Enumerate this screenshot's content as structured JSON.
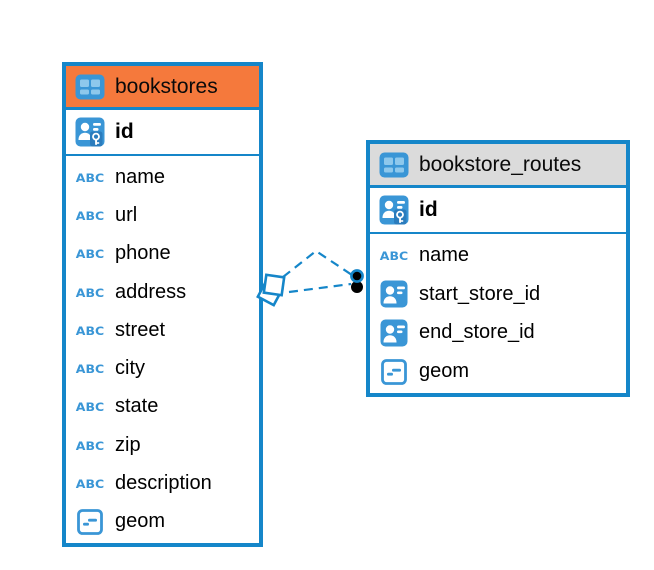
{
  "view": {
    "type": "entity-relationship-diagram"
  },
  "icons": {
    "text_label": "ABC"
  },
  "colors": {
    "table_border": "#1586c9",
    "relationship_line": "#1586c9",
    "icon_blue": "#3a96d6",
    "icon_blue_light": "#8ec8ec",
    "bookstores_header": "#f5793c",
    "routes_header": "#dbdbdb",
    "endpoint_dot": "#000000",
    "text": "#000000"
  },
  "diagram": {
    "tables": [
      {
        "name": "bookstores",
        "header_color": "#f5793c",
        "columns": [
          {
            "name": "id",
            "icon": "primary-key",
            "bold": true
          },
          {
            "name": "name",
            "icon": "text"
          },
          {
            "name": "url",
            "icon": "text"
          },
          {
            "name": "phone",
            "icon": "text"
          },
          {
            "name": "address",
            "icon": "text"
          },
          {
            "name": "street",
            "icon": "text"
          },
          {
            "name": "city",
            "icon": "text"
          },
          {
            "name": "state",
            "icon": "text"
          },
          {
            "name": "zip",
            "icon": "text"
          },
          {
            "name": "description",
            "icon": "text"
          },
          {
            "name": "geom",
            "icon": "object"
          }
        ]
      },
      {
        "name": "bookstore_routes",
        "header_color": "#dbdbdb",
        "columns": [
          {
            "name": "id",
            "icon": "primary-key",
            "bold": true
          },
          {
            "name": "name",
            "icon": "text"
          },
          {
            "name": "start_store_id",
            "icon": "reference"
          },
          {
            "name": "end_store_id",
            "icon": "reference"
          },
          {
            "name": "geom",
            "icon": "object"
          }
        ]
      }
    ],
    "relationships": [
      {
        "from_table": "bookstore_routes",
        "from_column": "start_store_id",
        "to_table": "bookstores",
        "to_column": "id",
        "line_style": "dashed"
      },
      {
        "from_table": "bookstore_routes",
        "from_column": "end_store_id",
        "to_table": "bookstores",
        "to_column": "id",
        "line_style": "dashed"
      }
    ]
  }
}
